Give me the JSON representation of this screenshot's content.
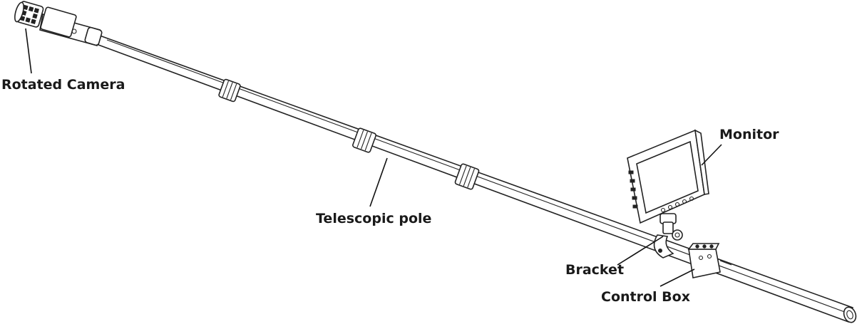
{
  "labels": {
    "camera": "Rotated Camera",
    "pole": "Telescopic pole",
    "monitor": "Monitor",
    "bracket": "Bracket",
    "control_box": "Control Box"
  }
}
